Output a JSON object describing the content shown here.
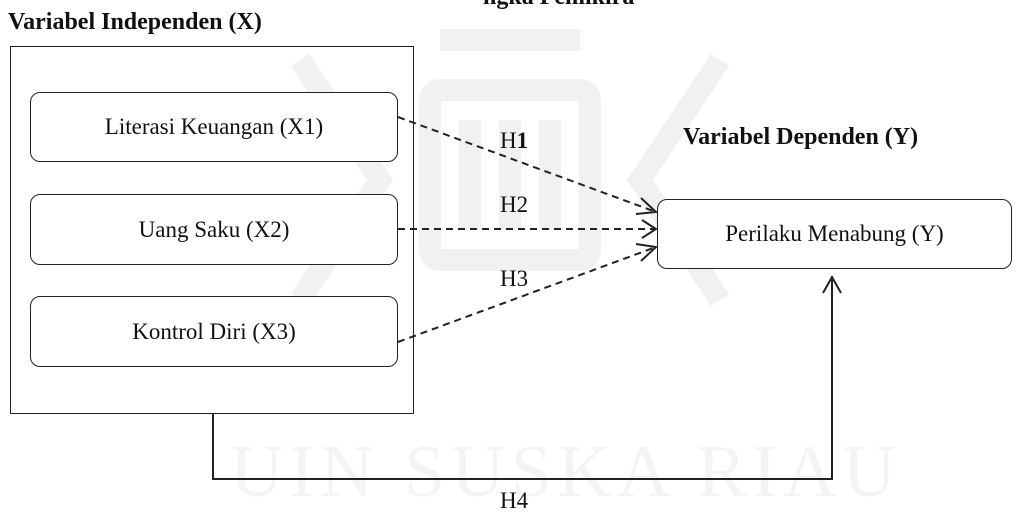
{
  "watermark": {
    "text": "UIN SUSKA RIAU"
  },
  "headings": {
    "top_partial": "ngka Pemikira",
    "independent": "Variabel Independen (X)",
    "dependent": "Variabel Dependen (Y)"
  },
  "independent_variables": [
    {
      "label": "Literasi Keuangan (X1)"
    },
    {
      "label": "Uang Saku (X2)"
    },
    {
      "label": "Kontrol Diri (X3)"
    }
  ],
  "dependent_variable": {
    "label": "Perilaku Menabung (Y)"
  },
  "hypotheses": {
    "h1": {
      "prefix": "H",
      "number": "1"
    },
    "h2": "H2",
    "h3": "H3",
    "h4": "H4"
  }
}
